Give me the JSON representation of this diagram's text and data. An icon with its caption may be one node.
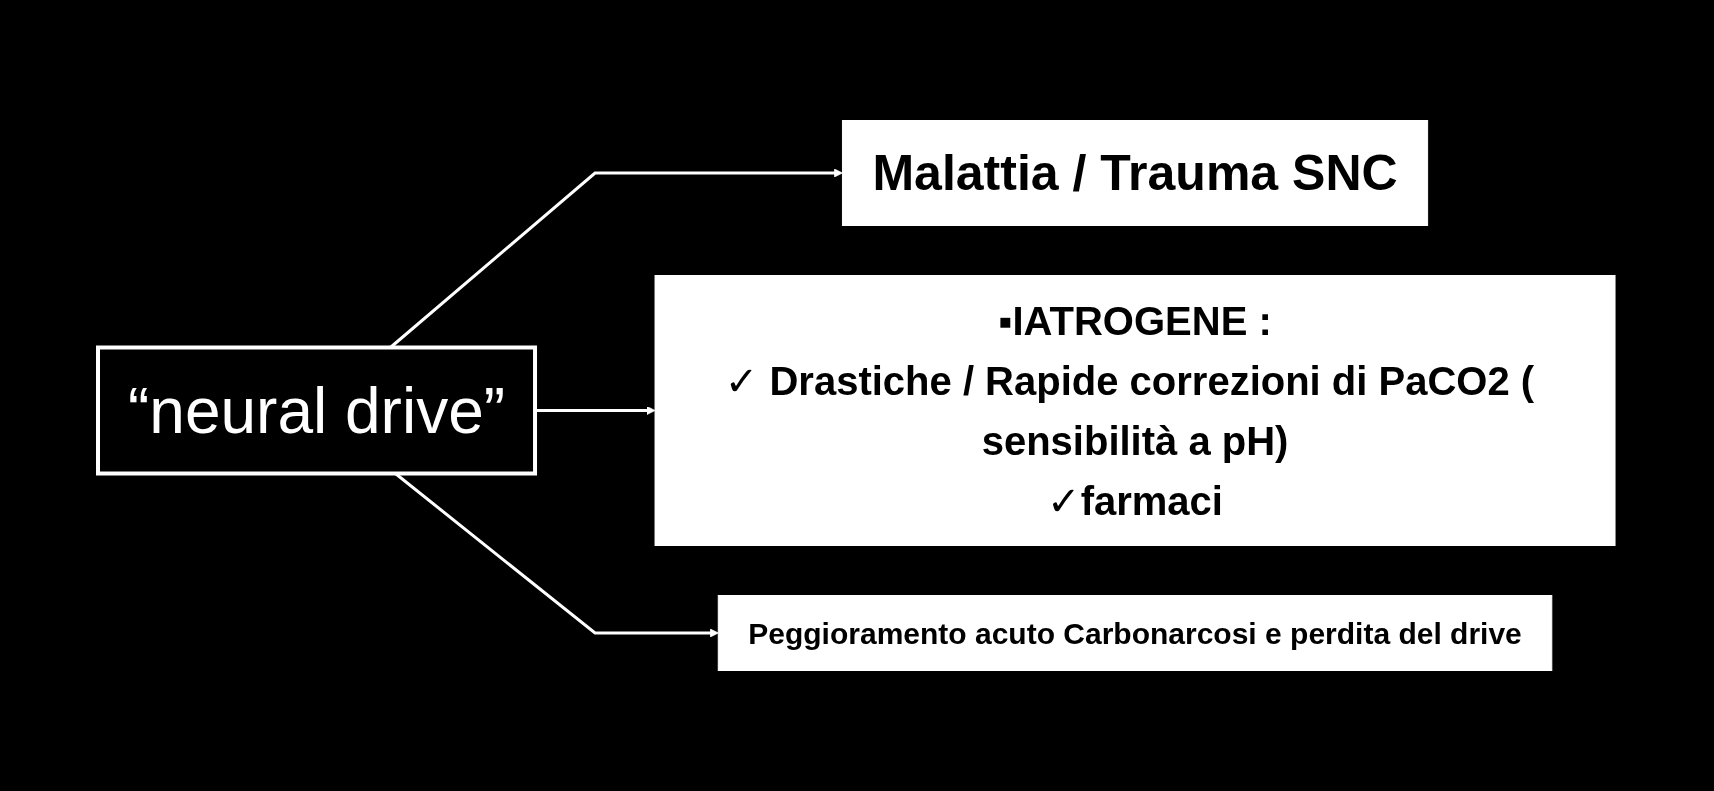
{
  "diagram": {
    "nodes": [
      {
        "text": [
          "“neural drive”"
        ]
      },
      {
        "text": [
          "Malattia  / Trauma    SNC"
        ]
      },
      {
        "text": [
          "▪IATROGENE :",
          "✓ Drastiche / Rapide correzioni di PaCO2 ( sensibilità a pH)",
          "✓farmaci"
        ]
      },
      {
        "text": [
          "Peggioramento acuto Carbonarcosi e perdita del drive"
        ]
      }
    ],
    "edges": [
      {
        "from": 0,
        "to": 1,
        "arrow": "to"
      },
      {
        "from": 0,
        "to": 2,
        "arrow": "to"
      },
      {
        "from": 0,
        "to": 3,
        "arrow": "to"
      }
    ]
  }
}
